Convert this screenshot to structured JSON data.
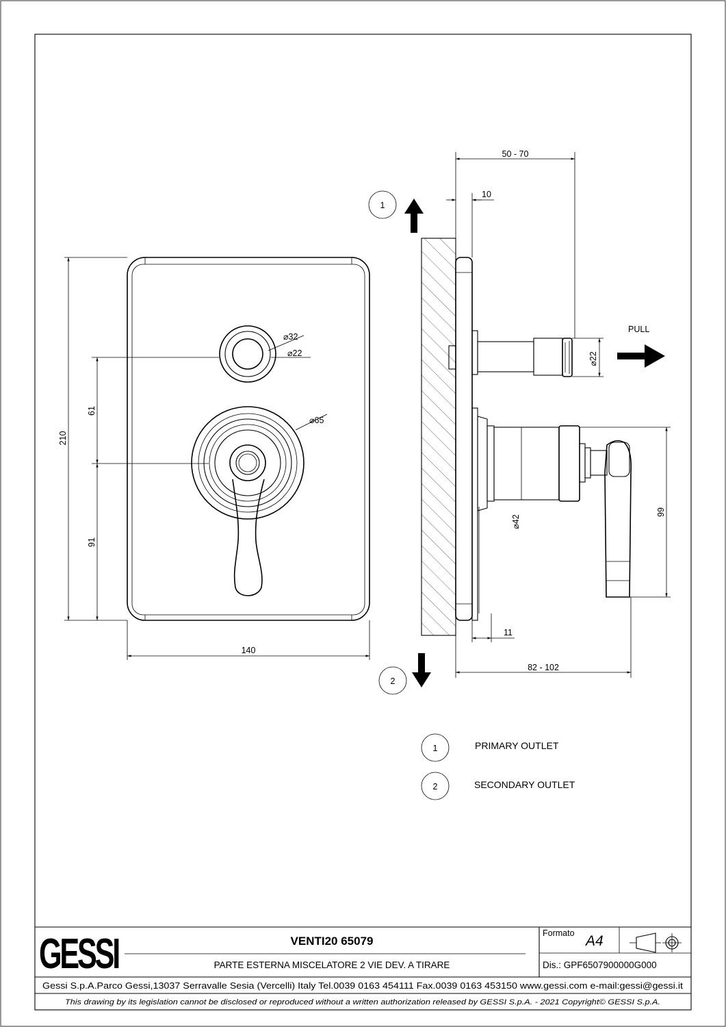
{
  "drawing": {
    "front_view": {
      "height_total": "210",
      "height_upper": "61",
      "height_lower": "91",
      "width": "140",
      "diverter_outer": "32",
      "diverter_inner": "22",
      "rosette": "65"
    },
    "side_view": {
      "depth_range_top": "50 - 70",
      "plate_thickness": "10",
      "knob_diameter": "22",
      "pull_label": "PULL",
      "spindle_diameter": "42",
      "lever_drop": "99",
      "bottom_gap": "11",
      "depth_range_bottom": "82 - 102"
    },
    "callouts": {
      "outlet1_marker": "1",
      "outlet2_marker": "2"
    },
    "legend": [
      {
        "marker": "1",
        "label": "PRIMARY OUTLET"
      },
      {
        "marker": "2",
        "label": "SECONDARY OUTLET"
      }
    ]
  },
  "title_block": {
    "logo": "GESSI",
    "product_name": "VENTI20 65079",
    "description": "PARTE ESTERNA MISCELATORE 2 VIE DEV. A TIRARE",
    "format_label": "Formato",
    "format_value": "A4",
    "drawing_number": "Dis.: GPF6507900000G000",
    "company_line": "Gessi S.p.A.Parco Gessi,13037 Serravalle Sesia (Vercelli) Italy Tel.0039 0163 454111 Fax.0039 0163 453150 www.gessi.com e-mail:gessi@gessi.it",
    "disclaimer": "This drawing by its legislation cannot be disclosed or reproduced without a written authorization released by GESSI S.p.A. - 2021 Copyright© GESSI S.p.A."
  }
}
